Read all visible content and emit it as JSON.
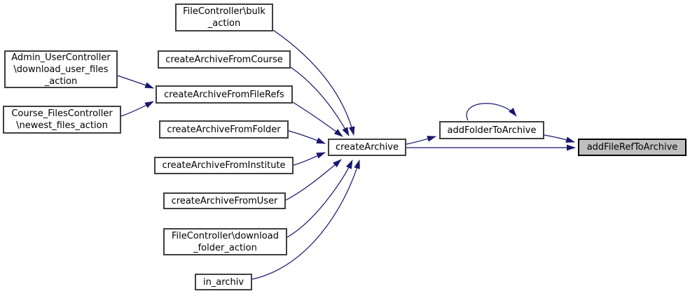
{
  "diagram": {
    "type": "call-graph",
    "background": "#ffffff",
    "edge_color": "#191970",
    "node_border_color": "#404040",
    "node_fill": "#ffffff",
    "highlight_fill": "#bfbfbf",
    "highlighted_node": "addFileRefToArchive"
  },
  "nodes": [
    {
      "id": "filecontroller-bulk-action",
      "label": "FileController\\bulk\n_action"
    },
    {
      "id": "admin-usercontroller-download-user-files-action",
      "label": "Admin_UserController\n\\download_user_files\n_action"
    },
    {
      "id": "createarchivefromcourse",
      "label": "createArchiveFromCourse"
    },
    {
      "id": "createarchivefromfilerefs",
      "label": "createArchiveFromFileRefs"
    },
    {
      "id": "course-filescontroller-newest-files-action",
      "label": "Course_FilesController\n\\newest_files_action"
    },
    {
      "id": "createarchivefromfolder",
      "label": "createArchiveFromFolder"
    },
    {
      "id": "createarchivefrominstitute",
      "label": "createArchiveFromInstitute"
    },
    {
      "id": "createarchivefromuser",
      "label": "createArchiveFromUser"
    },
    {
      "id": "filecontroller-download-folder-action",
      "label": "FileController\\download\n_folder_action"
    },
    {
      "id": "in-archiv",
      "label": "in_archiv"
    },
    {
      "id": "createarchive",
      "label": "createArchive"
    },
    {
      "id": "addfoldertoarchive",
      "label": "addFolderToArchive"
    },
    {
      "id": "addfilereftoarchive",
      "label": "addFileRefToArchive"
    }
  ],
  "edges": [
    {
      "from": "FileController\\bulk_action",
      "to": "createArchive"
    },
    {
      "from": "createArchiveFromCourse",
      "to": "createArchive"
    },
    {
      "from": "createArchiveFromFileRefs",
      "to": "createArchive"
    },
    {
      "from": "Admin_UserController\\download_user_files_action",
      "to": "createArchiveFromFileRefs"
    },
    {
      "from": "Course_FilesController\\newest_files_action",
      "to": "createArchiveFromFileRefs"
    },
    {
      "from": "createArchiveFromFolder",
      "to": "createArchive"
    },
    {
      "from": "createArchiveFromInstitute",
      "to": "createArchive"
    },
    {
      "from": "createArchiveFromUser",
      "to": "createArchive"
    },
    {
      "from": "FileController\\download_folder_action",
      "to": "createArchive"
    },
    {
      "from": "in_archiv",
      "to": "createArchive"
    },
    {
      "from": "createArchive",
      "to": "addFolderToArchive"
    },
    {
      "from": "createArchive",
      "to": "addFileRefToArchive"
    },
    {
      "from": "addFolderToArchive",
      "to": "addFileRefToArchive"
    },
    {
      "from": "addFolderToArchive",
      "to": "addFolderToArchive"
    }
  ]
}
